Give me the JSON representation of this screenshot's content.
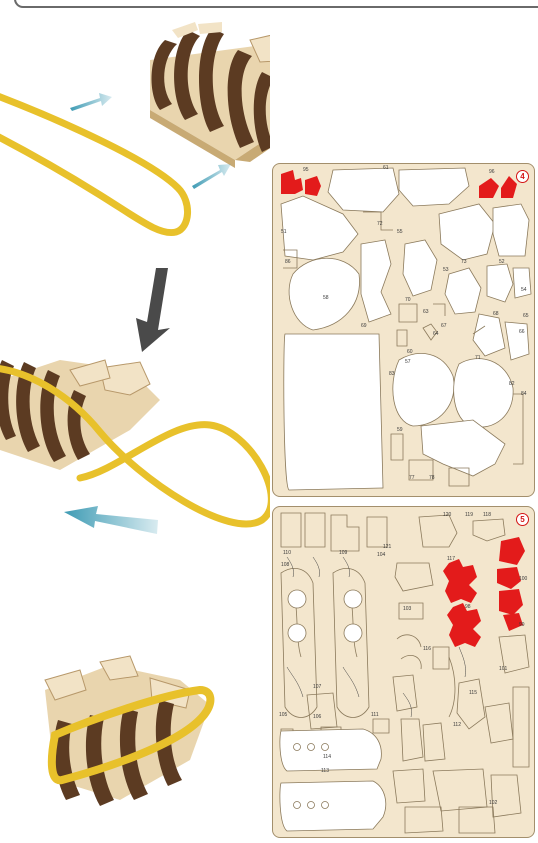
{
  "sheets": {
    "sheet4": {
      "number": "4",
      "labels": [
        "95",
        "61",
        "96",
        "51",
        "72",
        "55",
        "52",
        "53",
        "73",
        "86",
        "54",
        "58",
        "69",
        "70",
        "63",
        "67",
        "68",
        "64",
        "71",
        "65",
        "66",
        "60",
        "57",
        "82",
        "83",
        "84",
        "59",
        "77",
        "78"
      ]
    },
    "sheet5": {
      "number": "5",
      "labels": [
        "108",
        "105",
        "110",
        "109",
        "104",
        "106",
        "100",
        "99",
        "107",
        "98",
        "103",
        "116",
        "115",
        "101",
        "111",
        "112",
        "113",
        "114",
        "117",
        "119",
        "118",
        "121",
        "120",
        "102"
      ]
    }
  },
  "colors": {
    "wood_light": "#f1e2c4",
    "wood_dark": "#5c3b22",
    "rubber_band": "#ecc52b",
    "arrow_teal": "#4aa3b8",
    "arrow_gray": "#4a4a4a",
    "highlight_red": "#e31b1b"
  }
}
